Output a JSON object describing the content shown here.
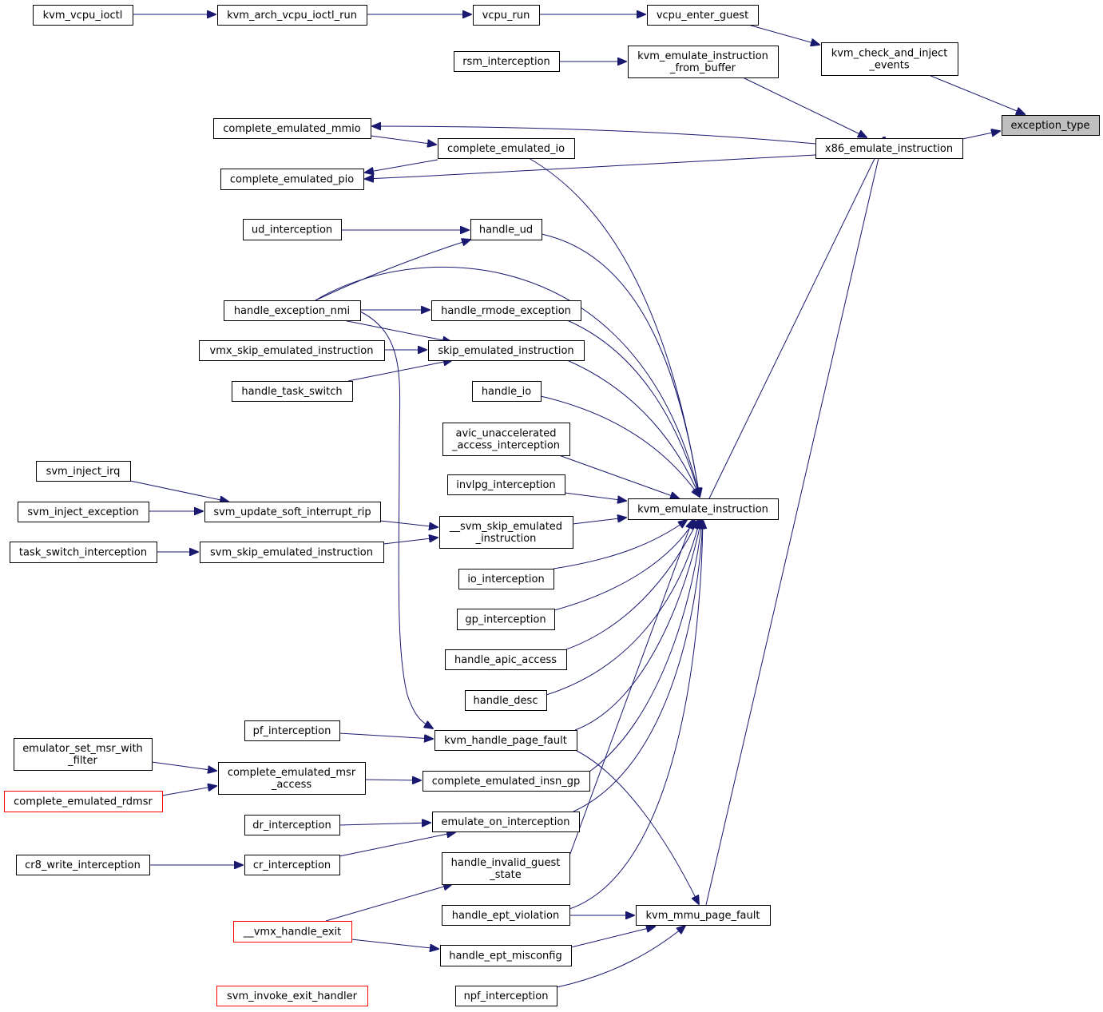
{
  "colors": {
    "edge": "#191970",
    "focus_fill": "#bfbfbf",
    "truncated_border": "#ff0000",
    "node_border": "#000000"
  },
  "nodes": {
    "kvm_vcpu_ioctl": [
      "kvm_vcpu_ioctl"
    ],
    "kvm_arch_vcpu_ioctl_run": [
      "kvm_arch_vcpu_ioctl_run"
    ],
    "vcpu_run": [
      "vcpu_run"
    ],
    "vcpu_enter_guest": [
      "vcpu_enter_guest"
    ],
    "kvm_check_and_inject_events": [
      "kvm_check_and_inject",
      "_events"
    ],
    "exception_type": [
      "exception_type"
    ],
    "rsm_interception": [
      "rsm_interception"
    ],
    "kvm_emulate_instruction_from_buffer": [
      "kvm_emulate_instruction",
      "_from_buffer"
    ],
    "complete_emulated_mmio": [
      "complete_emulated_mmio"
    ],
    "complete_emulated_io": [
      "complete_emulated_io"
    ],
    "x86_emulate_instruction": [
      "x86_emulate_instruction"
    ],
    "complete_emulated_pio": [
      "complete_emulated_pio"
    ],
    "ud_interception": [
      "ud_interception"
    ],
    "handle_ud": [
      "handle_ud"
    ],
    "handle_exception_nmi": [
      "handle_exception_nmi"
    ],
    "handle_rmode_exception": [
      "handle_rmode_exception"
    ],
    "vmx_skip_emulated_instruction": [
      "vmx_skip_emulated_instruction"
    ],
    "skip_emulated_instruction": [
      "skip_emulated_instruction"
    ],
    "handle_task_switch": [
      "handle_task_switch"
    ],
    "handle_io": [
      "handle_io"
    ],
    "avic_unaccelerated_access_interception": [
      "avic_unaccelerated",
      "_access_interception"
    ],
    "svm_inject_irq": [
      "svm_inject_irq"
    ],
    "invlpg_interception": [
      "invlpg_interception"
    ],
    "svm_inject_exception": [
      "svm_inject_exception"
    ],
    "svm_update_soft_interrupt_rip": [
      "svm_update_soft_interrupt_rip"
    ],
    "kvm_emulate_instruction": [
      "kvm_emulate_instruction"
    ],
    "__svm_skip_emulated_instruction": [
      "__svm_skip_emulated",
      "_instruction"
    ],
    "task_switch_interception": [
      "task_switch_interception"
    ],
    "svm_skip_emulated_instruction": [
      "svm_skip_emulated_instruction"
    ],
    "io_interception": [
      "io_interception"
    ],
    "gp_interception": [
      "gp_interception"
    ],
    "handle_apic_access": [
      "handle_apic_access"
    ],
    "handle_desc": [
      "handle_desc"
    ],
    "pf_interception": [
      "pf_interception"
    ],
    "kvm_handle_page_fault": [
      "kvm_handle_page_fault"
    ],
    "emulator_set_msr_with_filter": [
      "emulator_set_msr_with",
      "_filter"
    ],
    "complete_emulated_msr_access": [
      "complete_emulated_msr",
      "_access"
    ],
    "complete_emulated_insn_gp": [
      "complete_emulated_insn_gp"
    ],
    "complete_emulated_rdmsr": [
      "complete_emulated_rdmsr"
    ],
    "dr_interception": [
      "dr_interception"
    ],
    "emulate_on_interception": [
      "emulate_on_interception"
    ],
    "cr8_write_interception": [
      "cr8_write_interception"
    ],
    "cr_interception": [
      "cr_interception"
    ],
    "handle_invalid_guest_state": [
      "handle_invalid_guest",
      "_state"
    ],
    "handle_ept_violation": [
      "handle_ept_violation"
    ],
    "kvm_mmu_page_fault": [
      "kvm_mmu_page_fault"
    ],
    "__vmx_handle_exit": [
      "__vmx_handle_exit"
    ],
    "handle_ept_misconfig": [
      "handle_ept_misconfig"
    ],
    "svm_invoke_exit_handler": [
      "svm_invoke_exit_handler"
    ],
    "npf_interception": [
      "npf_interception"
    ]
  },
  "focus_node": "exception_type",
  "truncated_nodes": [
    "complete_emulated_rdmsr",
    "__vmx_handle_exit",
    "svm_invoke_exit_handler"
  ]
}
